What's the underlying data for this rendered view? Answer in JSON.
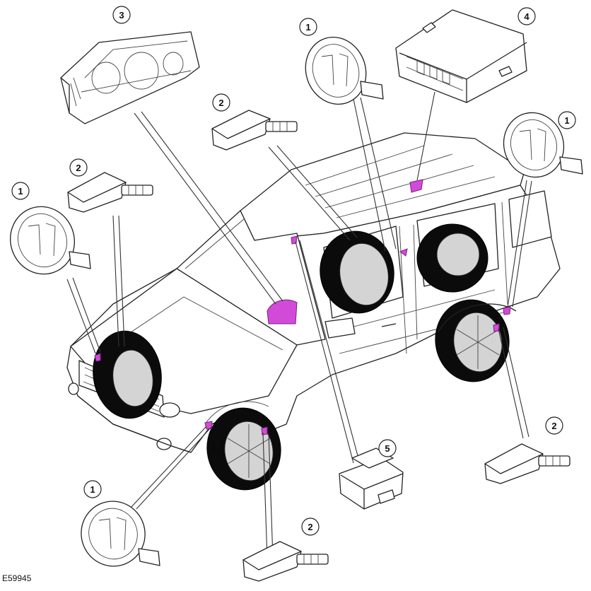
{
  "figure_id": "E59945",
  "highlight_color": "#d24bd8",
  "callouts": [
    "1",
    "2",
    "3",
    "4",
    "5"
  ],
  "callout_labels": [
    {
      "id": "c3",
      "text": "3"
    },
    {
      "id": "c1a",
      "text": "1"
    },
    {
      "id": "c4",
      "text": "4"
    },
    {
      "id": "c2a",
      "text": "2"
    },
    {
      "id": "c1b",
      "text": "1"
    },
    {
      "id": "c2b",
      "text": "2"
    },
    {
      "id": "c1c",
      "text": "1"
    },
    {
      "id": "c2c",
      "text": "2"
    },
    {
      "id": "c5",
      "text": "5"
    },
    {
      "id": "c1d",
      "text": "1"
    },
    {
      "id": "c2d",
      "text": "2"
    }
  ]
}
